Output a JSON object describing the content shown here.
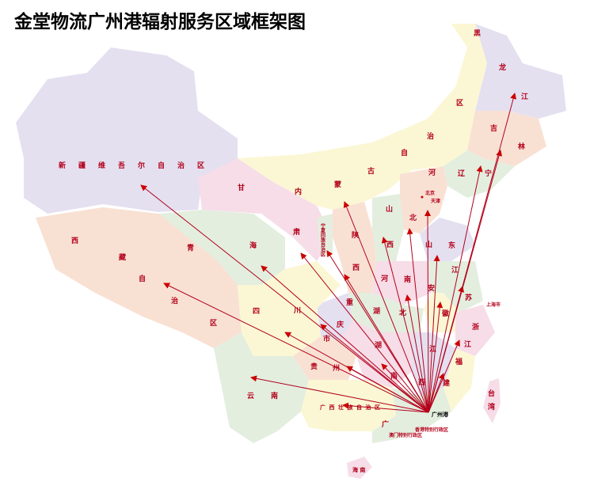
{
  "title": "金堂物流广州港辐射服务区域框架图",
  "origin": "广州港",
  "arrow_color": "#b3001b",
  "regions": {
    "xinjiang": "新 疆 维 吾 尔 自 治 区",
    "tibet": [
      "西",
      "藏",
      "自",
      "治",
      "区"
    ],
    "qinghai": [
      "青",
      "海"
    ],
    "gansu": [
      "甘",
      "肃"
    ],
    "neimenggu": [
      "内",
      "蒙",
      "古",
      "自",
      "治",
      "区"
    ],
    "heilongjiang": [
      "黑",
      "龙",
      "江"
    ],
    "jilin": [
      "吉",
      "林"
    ],
    "liaoning": [
      "辽",
      "宁"
    ],
    "hebei": [
      "河",
      "北"
    ],
    "beijing": "北京",
    "tianjin": "天津",
    "shanxi": [
      "山",
      "西"
    ],
    "ningxia": "宁夏回族自治区",
    "shaanxi": [
      "陕",
      "西"
    ],
    "henan": [
      "河",
      "南"
    ],
    "shandong": [
      "山",
      "东"
    ],
    "jiangsu": [
      "江",
      "苏"
    ],
    "shanghai": "上海市",
    "anhui": [
      "安",
      "徽"
    ],
    "zhejiang": [
      "浙",
      "江"
    ],
    "hubei": [
      "湖",
      "北"
    ],
    "chongqing": [
      "重",
      "庆",
      "市"
    ],
    "sichuan": [
      "四",
      "川"
    ],
    "guizhou": [
      "贵",
      "州"
    ],
    "hunan": [
      "湖",
      "南"
    ],
    "jiangxi": [
      "江",
      "西"
    ],
    "fujian": [
      "福",
      "建"
    ],
    "yunnan": [
      "云",
      "南"
    ],
    "guangxi": "广 西 壮 族 自 治 区",
    "guangdong": "广",
    "hongkong": "香港特别行政区",
    "macau": "澳门特别行政区",
    "taiwan": [
      "台",
      "湾"
    ],
    "hainan": "海 南"
  }
}
